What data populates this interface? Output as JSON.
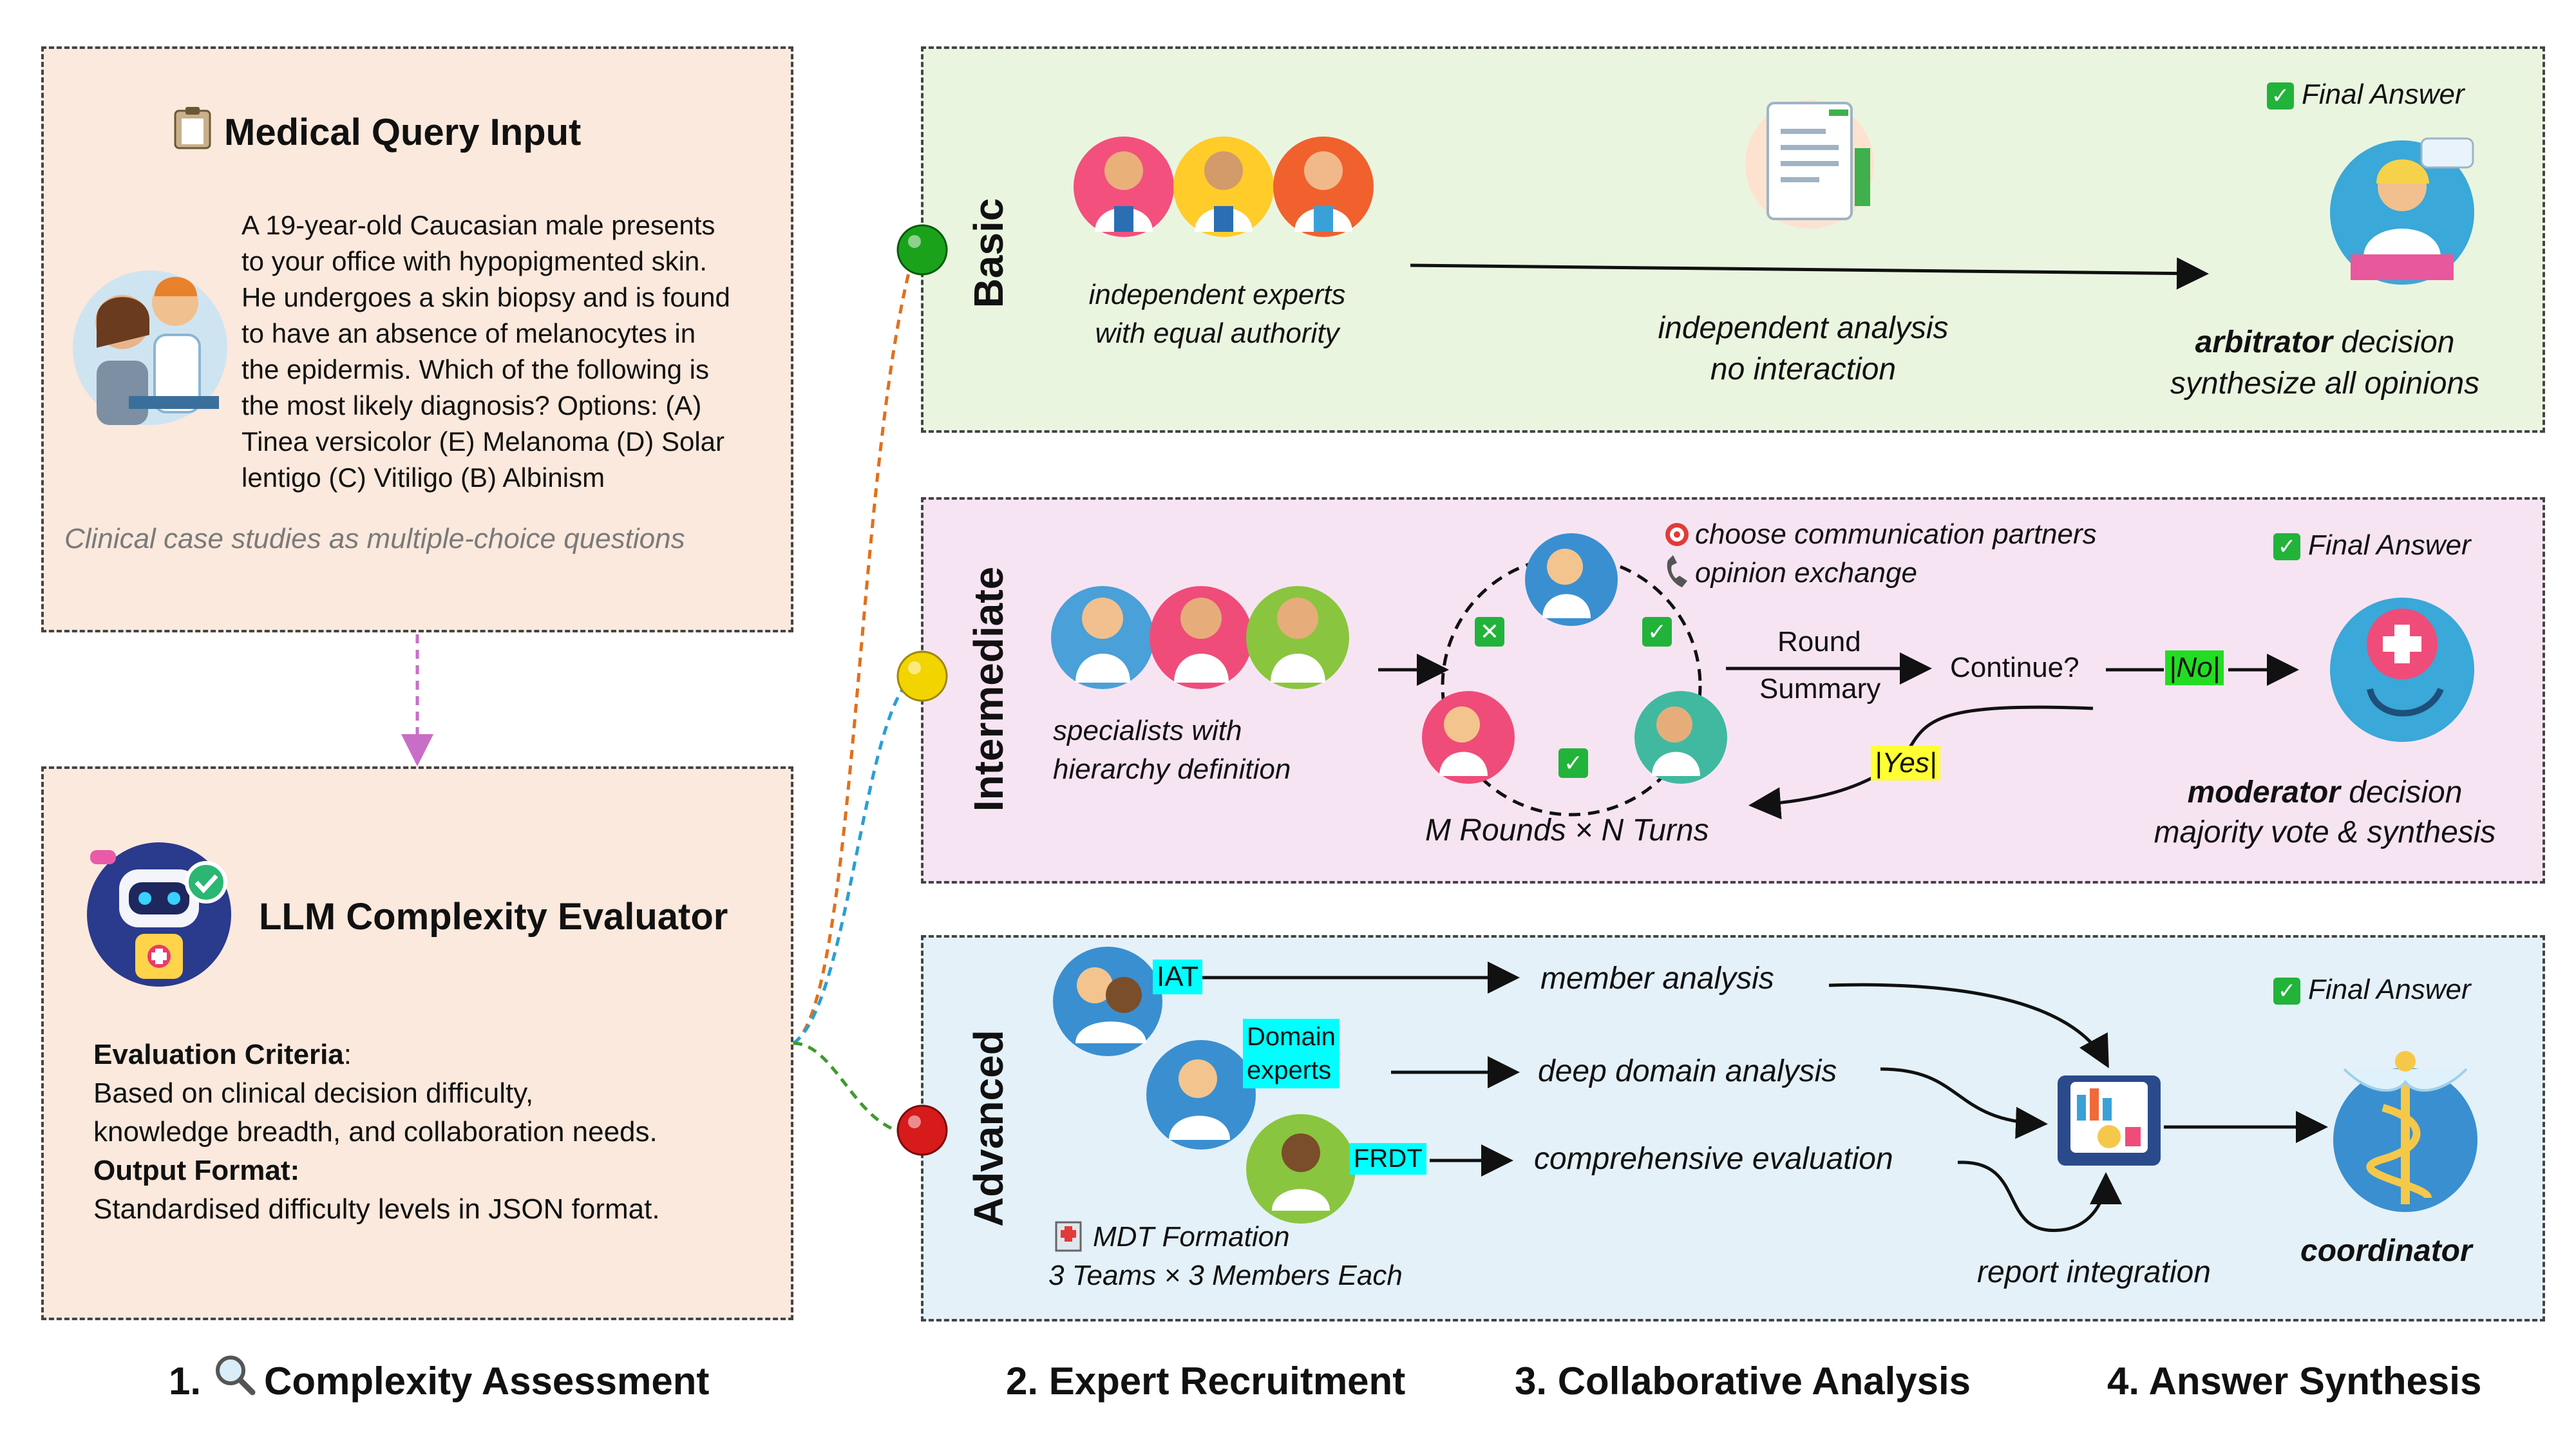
{
  "input_panel": {
    "title": "Medical Query Input",
    "query_text_lines": [
      "A 19-year-old Caucasian male presents",
      "to your office with hypopigmented skin.",
      "He undergoes a skin biopsy and is found",
      "to have an absence of melanocytes in",
      "the epidermis. Which of the following is",
      "the most likely diagnosis? Options: (A)",
      "Tinea versicolor (E) Melanoma (D) Solar",
      "lentigo (C) Vitiligo (B) Albinism"
    ],
    "caption": "Clinical case studies as multiple-choice questions"
  },
  "evaluator_panel": {
    "title": "LLM Complexity Evaluator",
    "criteria_label": "Evaluation Criteria",
    "criteria_colon": ":",
    "criteria_lines": [
      "Based on clinical decision difficulty,",
      "knowledge breadth, and collaboration needs."
    ],
    "output_label": "Output Format:",
    "output_text": "Standardised difficulty levels in JSON format."
  },
  "basic": {
    "label": "Basic",
    "experts_lines": [
      "independent experts",
      "with equal authority"
    ],
    "analysis_lines": [
      "independent analysis",
      "no interaction"
    ],
    "final_answer": "Final Answer",
    "decision_bold": "arbitrator",
    "decision_rest": " decision",
    "decision_line2": "synthesize all opinions"
  },
  "intermediate": {
    "label": "Intermediate",
    "specialists_lines": [
      "specialists with",
      "hierarchy definition"
    ],
    "choose_partners": "choose communication partners",
    "opinion_exchange": "opinion exchange",
    "round": "Round",
    "summary": "Summary",
    "continue": "Continue?",
    "no": "|No|",
    "yes": "|Yes|",
    "rounds_turns": "M Rounds × N Turns",
    "final_answer": "Final Answer",
    "decision_bold": "moderator",
    "decision_rest": " decision",
    "decision_line2": "majority vote & synthesis"
  },
  "advanced": {
    "label": "Advanced",
    "teams": [
      {
        "tag": "IAT",
        "analysis": "member analysis"
      },
      {
        "tag_lines": [
          "Domain",
          "experts"
        ],
        "analysis": "deep domain analysis"
      },
      {
        "tag": "FRDT",
        "analysis": "comprehensive evaluation"
      }
    ],
    "mdt_title": "MDT Formation",
    "mdt_detail": "3 Teams × 3 Members Each",
    "report_integration": "report integration",
    "final_answer": "Final Answer",
    "coordinator": "coordinator"
  },
  "steps": [
    "1.",
    "Complexity Assessment",
    "2. Expert Recruitment",
    "3. Collaborative Analysis",
    "4. Answer Synthesis"
  ],
  "colors": {
    "input_bg": "#fbe9dd",
    "basic_bg": "#eaf5e0",
    "intermediate_bg": "#f7e4f3",
    "advanced_bg": "#e4f1f9",
    "highlight_cyan": "#00ffff",
    "highlight_green": "#22dd22",
    "highlight_yellow": "#ffff33",
    "check_green": "#22b33a",
    "node_green": "#1aa31a",
    "node_yellow": "#f2d400",
    "node_red": "#d71a1a"
  },
  "icons": [
    "clipboard-icon",
    "magnifier-icon",
    "hospital-icon",
    "target-icon",
    "phone-icon",
    "check-icon",
    "cross-icon"
  ]
}
